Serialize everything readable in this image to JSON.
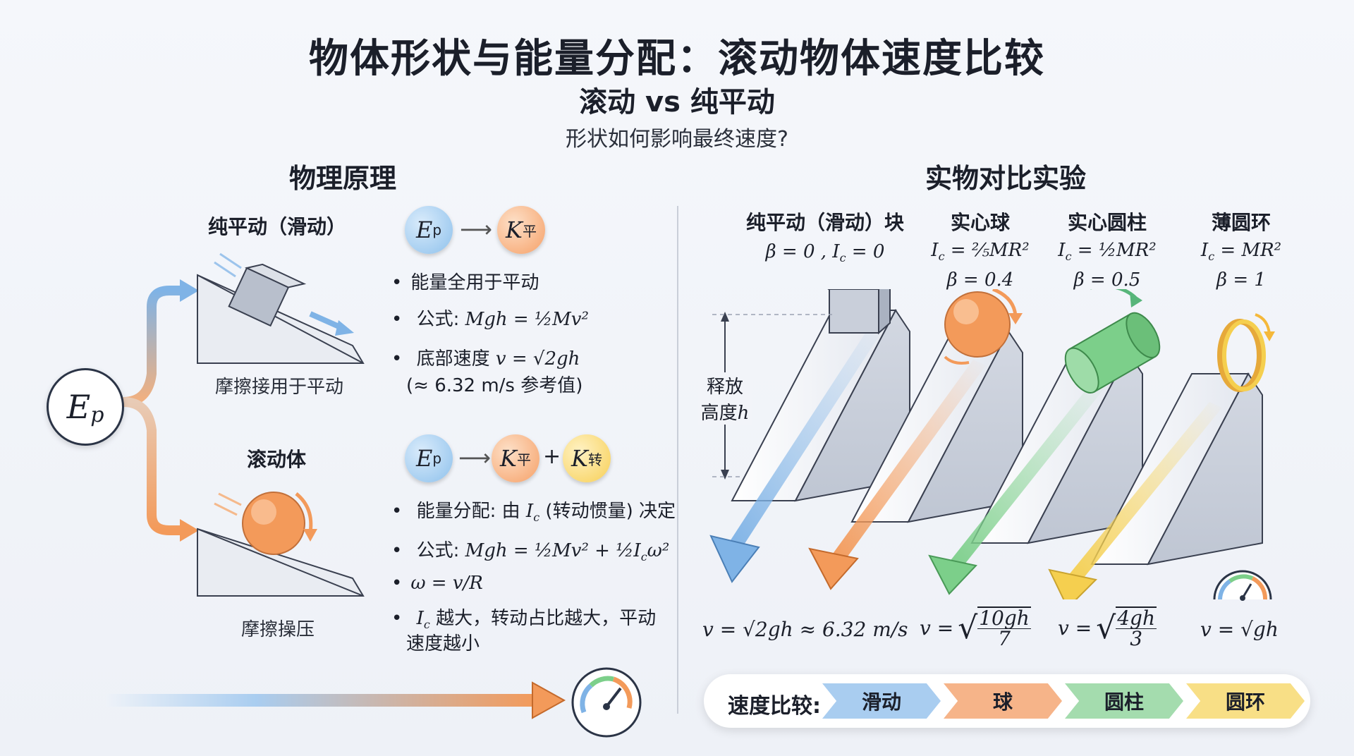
{
  "header": {
    "title": "物体形状与能量分配：滚动物体速度比较",
    "subtitle": "滚动 vs 纯平动",
    "question": "形状如何影响最终速度?"
  },
  "left": {
    "heading": "物理原理",
    "ep_symbol": "E",
    "ep_sub": "p",
    "sliding": {
      "label": "纯平动（滑动）",
      "flow_ep": "E",
      "flow_ep_sub": "p",
      "flow_k": "K",
      "flow_k_sub": "平",
      "bullet1": "能量全用于平动",
      "bullet2_prefix": "公式:",
      "bullet2_formula": "Mgh = ½Mv²",
      "bullet3_prefix": "底部速度",
      "bullet3_formula": "v = √2gh",
      "bullet3_note": "(≈ 6.32 m/s 参考值)",
      "caption": "摩擦接用于平动"
    },
    "rolling": {
      "label": "滚动体",
      "flow_ep": "E",
      "flow_ep_sub": "p",
      "flow_k1": "K",
      "flow_k1_sub": "平",
      "plus": "+",
      "flow_k2": "K",
      "flow_k2_sub": "转",
      "bullet1_prefix": "能量分配: 由",
      "bullet1_ic": "I",
      "bullet1_ic_sub": "c",
      "bullet1_suffix": "(转动惯量) 决定",
      "bullet2_prefix": "公式:",
      "bullet2_formula": "Mgh = ½Mv² + ½I",
      "bullet2_sub": "c",
      "bullet2_tail": "ω²",
      "bullet3": "ω = v/R",
      "bullet4_ic": "I",
      "bullet4_ic_sub": "c",
      "bullet4_text": "越大，转动占比越大，平动",
      "bullet4_text2": "速度越小",
      "caption": "摩擦操压"
    }
  },
  "right": {
    "heading": "实物对比实验",
    "release_label_1": "释放",
    "release_label_2": "高度",
    "release_h": "h",
    "objects": [
      {
        "name": "纯平动（滑动）块",
        "line1": "β = 0 , I",
        "line1_sub": "c",
        "line1_tail": " = 0",
        "line2": "",
        "speed": "v = √2gh ≈ 6.32 m/s",
        "color": "#7fb3e6"
      },
      {
        "name": "实心球",
        "line1": "I",
        "line1_sub": "c",
        "line1_tail": " = ⅖MR²",
        "line2": "β = 0.4",
        "speed_v": "v =",
        "speed_num": "10gh",
        "speed_den": "7",
        "color": "#f39a5a"
      },
      {
        "name": "实心圆柱",
        "line1": "I",
        "line1_sub": "c",
        "line1_tail": " = ½MR²",
        "line2": "β = 0.5",
        "speed_v": "v =",
        "speed_num": "4gh",
        "speed_den": "3",
        "color": "#7ccf8a"
      },
      {
        "name": "薄圆环",
        "line1": "I",
        "line1_sub": "c",
        "line1_tail": " = MR²",
        "line2": "β = 1",
        "speed": "v = √gh",
        "color": "#f5cf4f"
      }
    ],
    "speed_compare": {
      "label": "速度比较:",
      "items": [
        {
          "label": "滑动",
          "color": "#a9cdf0"
        },
        {
          "label": "球",
          "color": "#f6b489"
        },
        {
          "label": "圆柱",
          "color": "#a4dcae"
        },
        {
          "label": "圆环",
          "color": "#f8df86"
        }
      ]
    }
  }
}
